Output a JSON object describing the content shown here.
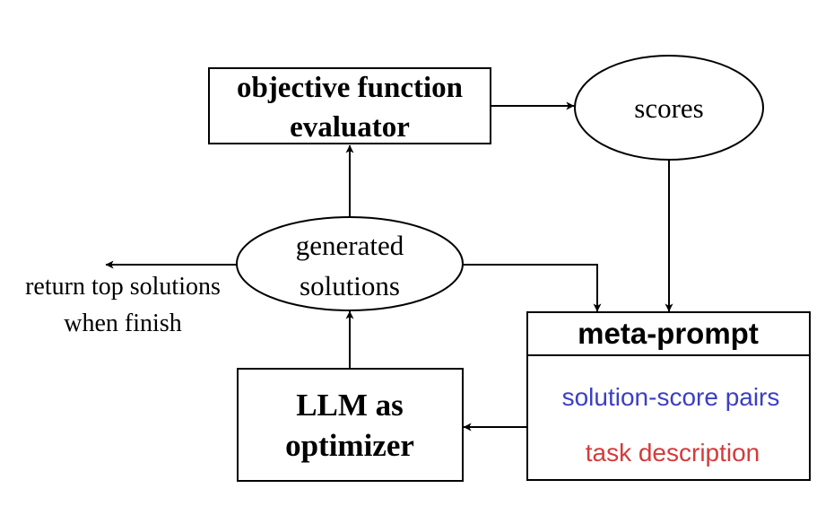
{
  "nodes": {
    "evaluator": {
      "line1": "objective function",
      "line2": "evaluator"
    },
    "scores": {
      "label": "scores"
    },
    "generated": {
      "line1": "generated",
      "line2": "solutions"
    },
    "return_note": {
      "line1": "return top solutions",
      "line2": "when finish"
    },
    "optimizer": {
      "line1": "LLM as",
      "line2": "optimizer"
    },
    "meta_prompt": {
      "title": "meta-prompt",
      "item1": "solution-score pairs",
      "item2": "task description"
    }
  },
  "colors": {
    "stroke": "#000000",
    "solution_score_pairs": "#3b3fc4",
    "task_description": "#d63a3a"
  }
}
